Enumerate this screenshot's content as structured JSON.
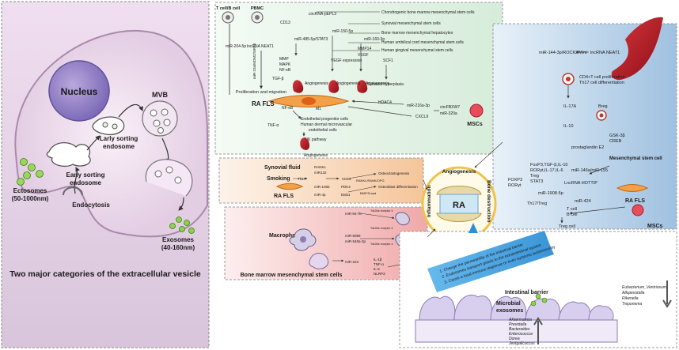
{
  "left": {
    "nucleus": "Nucleus",
    "mvb": "MVB",
    "late1": "Larly sorting",
    "late2": "endosome",
    "early1": "Early sorting",
    "early2": "endosome",
    "endocytosis": "Endocytosis",
    "ecto1": "Ectosomes",
    "ecto2": "(50-1000nm)",
    "exo1": "Exosomes",
    "exo2": "(40-160nm)",
    "caption": "Two major categories of the extracellular vesicle"
  },
  "green": {
    "tcell": "T cell/B cell",
    "pbmc": "PBMC",
    "cd13": "CD13",
    "mir2045p": "miR-204-5p",
    "lncneat": "lncRNA NEAT1",
    "mir23": "miR-23a/MDM2/SIRT6",
    "prolif": "Proliferation and migration",
    "circ": "circRNA-pEPL3",
    "mir485": "miR-485-5p/STAT3",
    "mir1505p": "miR-150-5p",
    "mir1603p": "miR-160-3p",
    "mmp": "MMP",
    "mapk": "MAPK",
    "nfkb": "NF-κB",
    "tgf": "TGF-β",
    "vegf_expr": "VEGF expression",
    "mmp14": "MMP14",
    "vegf": "VEGF",
    "scf1": "SCF1",
    "bm_msc": "Chondrogenic bone marrow mesenchymal stem cells",
    "syn_msc": "Synovial mesenchymal stem cells",
    "bm_hep": "Bone marrow mesenchymal hepatocytes",
    "uc_msc": "Human umbilical cord mesenchymal stem cells",
    "gi_msc": "Human gingival mesenchymal stem cells",
    "ang1": "Angiogenesis",
    "ang2": "Angiogenesis",
    "ang3": "Angiogenesis",
    "synhyper": "Synovial hyperplasia",
    "rafls": "RA FLS",
    "nfkb2": "NF-κB",
    "m1": "M1",
    "hdac4": "HDAC4",
    "mir216": "miR-216a-3p",
    "circfbx": "circFBXW7",
    "mir320": "miR-320a",
    "cxcl9": "CXCL9",
    "mscs": "MSCs",
    "tnfa": "TNF-α",
    "endo1": "Endothelial progenitor cells",
    "endo2": "Human dermal microvascular",
    "endo3": "endothelial cells",
    "jnk": "JNK pathway",
    "ang4": "Angiogenesis"
  },
  "blue": {
    "mir144": "miR-144-3p/ROCK2/Wnt",
    "lncneat": "lncRNA NEAT1",
    "cd4": "CD4+T cell proliferation",
    "th17diff": "Th17 cell differentiation",
    "il17a": "IL-17A",
    "il10": "IL-10",
    "breg": "Breg",
    "gsk": "GSK-3β",
    "creb": "CREB",
    "pge2": "prostaglandin E2",
    "msc": "Mesenchymal stem cell",
    "foxp3a": "FoxP3,TGF-β,IL-10",
    "ror": "RORγt,IL-17,IL-6",
    "treg1": "Treg",
    "stat3": "STAT3",
    "mir146": "miR-146a/miR-155",
    "foxp3b": "FOXP3",
    "rorgt": "RORγt",
    "lnchott": "LncRNA HOTTIP",
    "mir1908": "miR-1908-5p",
    "mir424": "miR-424",
    "th17treg": "Th17/Treg",
    "tcell": "T cell",
    "bcell": "B cell",
    "tregcell": "Treg cell",
    "rafls": "RA FLS",
    "mscs": "MSCs"
  },
  "orange": {
    "synfluid": "Synovial fluid",
    "smoking": "Smoking",
    "rankl": "RANKL",
    "mir132": "miR132",
    "th17": "Th17",
    "cd12": "CD12",
    "osteoclast": "Osteoclastogenesis",
    "rafls": "RA FLS",
    "mir106": "miR-106b",
    "mir4p": "miR-4p",
    "pdk4": "PDK4",
    "etsb1": "Etsb1",
    "rank": "RANKL/RANK/OPG",
    "bmp": "BMP/Smad",
    "osteob": "Osteoblast differentiation"
  },
  "red": {
    "macro": "Macrophages",
    "bmmsc": "Bone marrow mesenchymal stem cells",
    "mirlet7b": "miR-let-7b",
    "mir6089": "miR-6089",
    "mir548": "miR-548a-3p",
    "mir223": "miR-223",
    "tlr1": "Toll-like receptor 4",
    "tlr2": "Toll-like receptor 4",
    "tlr3": "Toll-like receptor 4",
    "il1b": "IL-1β",
    "tnfa": "TNF-α",
    "il6": "IL-6",
    "nlrp3": "NLRP3"
  },
  "center": {
    "ra": "RA",
    "inflammation": "Inflammation",
    "angiogenesis": "Angiogenesis",
    "bone": "Bone destruction"
  },
  "gut": {
    "list1": "1. Change the permeability of the intestinal barrier",
    "list2": "2. Endosomes transport goods to the extraintestinal system",
    "list3": "3. Cause a local immune response or even systemic autoimmunity",
    "barrier": "Intestinal barrier",
    "mexo1": "Microbial",
    "mexo2": "exosomes",
    "down": [
      "Eubacterium_Ventriosum",
      "Allopevotella",
      "Rikenella",
      "Treponema"
    ],
    "up": [
      "Akkermansia",
      "Prevotella",
      "Bacteroides",
      "Enterococcus",
      "Dorea",
      "Jeotgalicoccus"
    ]
  }
}
